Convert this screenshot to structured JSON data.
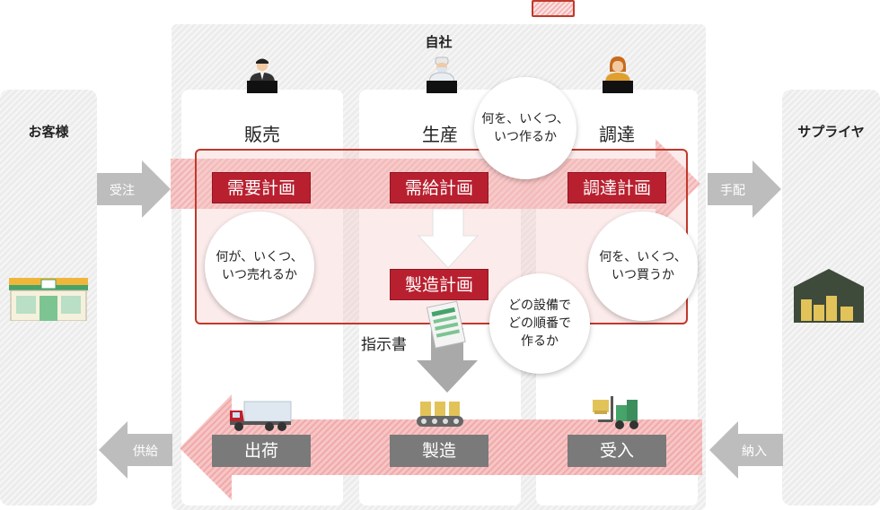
{
  "customer": {
    "title": "お客様"
  },
  "supplier": {
    "title": "サプライヤ"
  },
  "company": {
    "title": "自社"
  },
  "departments": {
    "sales": "販売",
    "production": "生産",
    "procurement": "調達"
  },
  "plans": {
    "demand": "需要計画",
    "supply_demand": "需給計画",
    "procurement": "調達計画",
    "manufacturing": "製造計画"
  },
  "bubbles": {
    "demand": "何が、いくつ、\nいつ売れるか",
    "supply": "何を、いくつ、\nいつ作るか",
    "procurement": "何を、いくつ、\nいつ買うか",
    "manufacturing": "どの設備で\nどの順番で\n作るか"
  },
  "flow_labels": {
    "order_received": "受注",
    "arrange": "手配",
    "supply_out": "供給",
    "delivery_in": "納入",
    "instruction": "指示書"
  },
  "operations": {
    "shipping": "出荷",
    "manufacturing": "製造",
    "receiving": "受入"
  },
  "colors": {
    "plan_red": "#b8202f",
    "frame_red": "#c0392b",
    "gray_box": "#7a7a7a",
    "arrow_gray": "#bdbdbd"
  }
}
